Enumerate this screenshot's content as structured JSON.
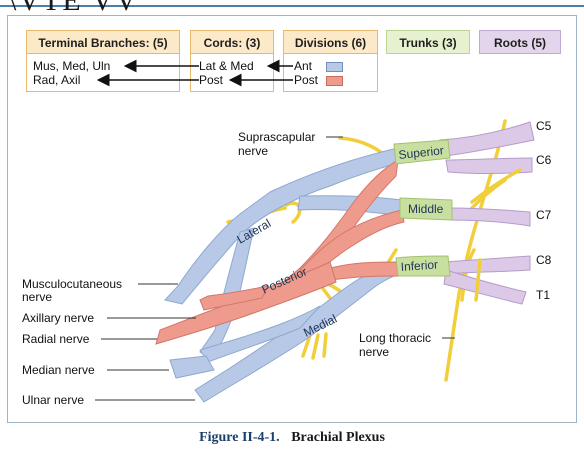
{
  "header_fragment": "\\VTE VV",
  "legend": {
    "terminal": {
      "title": "Terminal Branches: (5)",
      "items": [
        "Mus, Med, Uln",
        "Rad, Axil"
      ]
    },
    "cords": {
      "title": "Cords: (3)",
      "items": [
        "Lat & Med",
        "Post"
      ]
    },
    "divisions": {
      "title": "Divisions (6)",
      "items": [
        "Ant",
        "Post"
      ]
    },
    "trunks": {
      "title": "Trunks (3)"
    },
    "roots": {
      "title": "Roots (5)"
    }
  },
  "colors": {
    "anterior": "#b7c9e6",
    "posterior": "#ee9a8c",
    "trunk": "#c9dfa0",
    "root": "#dcc9e7",
    "nerve_yellow": "#f1cf3a",
    "legend_orange": "#fce9c8"
  },
  "diagram": {
    "roots": [
      "C5",
      "C6",
      "C7",
      "C8",
      "T1"
    ],
    "trunks": [
      "Superior",
      "Middle",
      "Inferior"
    ],
    "cords": [
      "Lateral",
      "Posterior",
      "Medial"
    ],
    "nerves_left": [
      "Musculocutaneous\nnerve",
      "Axillary nerve",
      "Radial nerve",
      "Median nerve",
      "Ulnar nerve"
    ],
    "suprascapular": [
      "Suprascapular",
      "nerve"
    ],
    "long_thoracic": [
      "Long thoracic",
      "nerve"
    ]
  },
  "caption": {
    "number": "Figure  II-4-1.",
    "title": "Brachial Plexus"
  }
}
